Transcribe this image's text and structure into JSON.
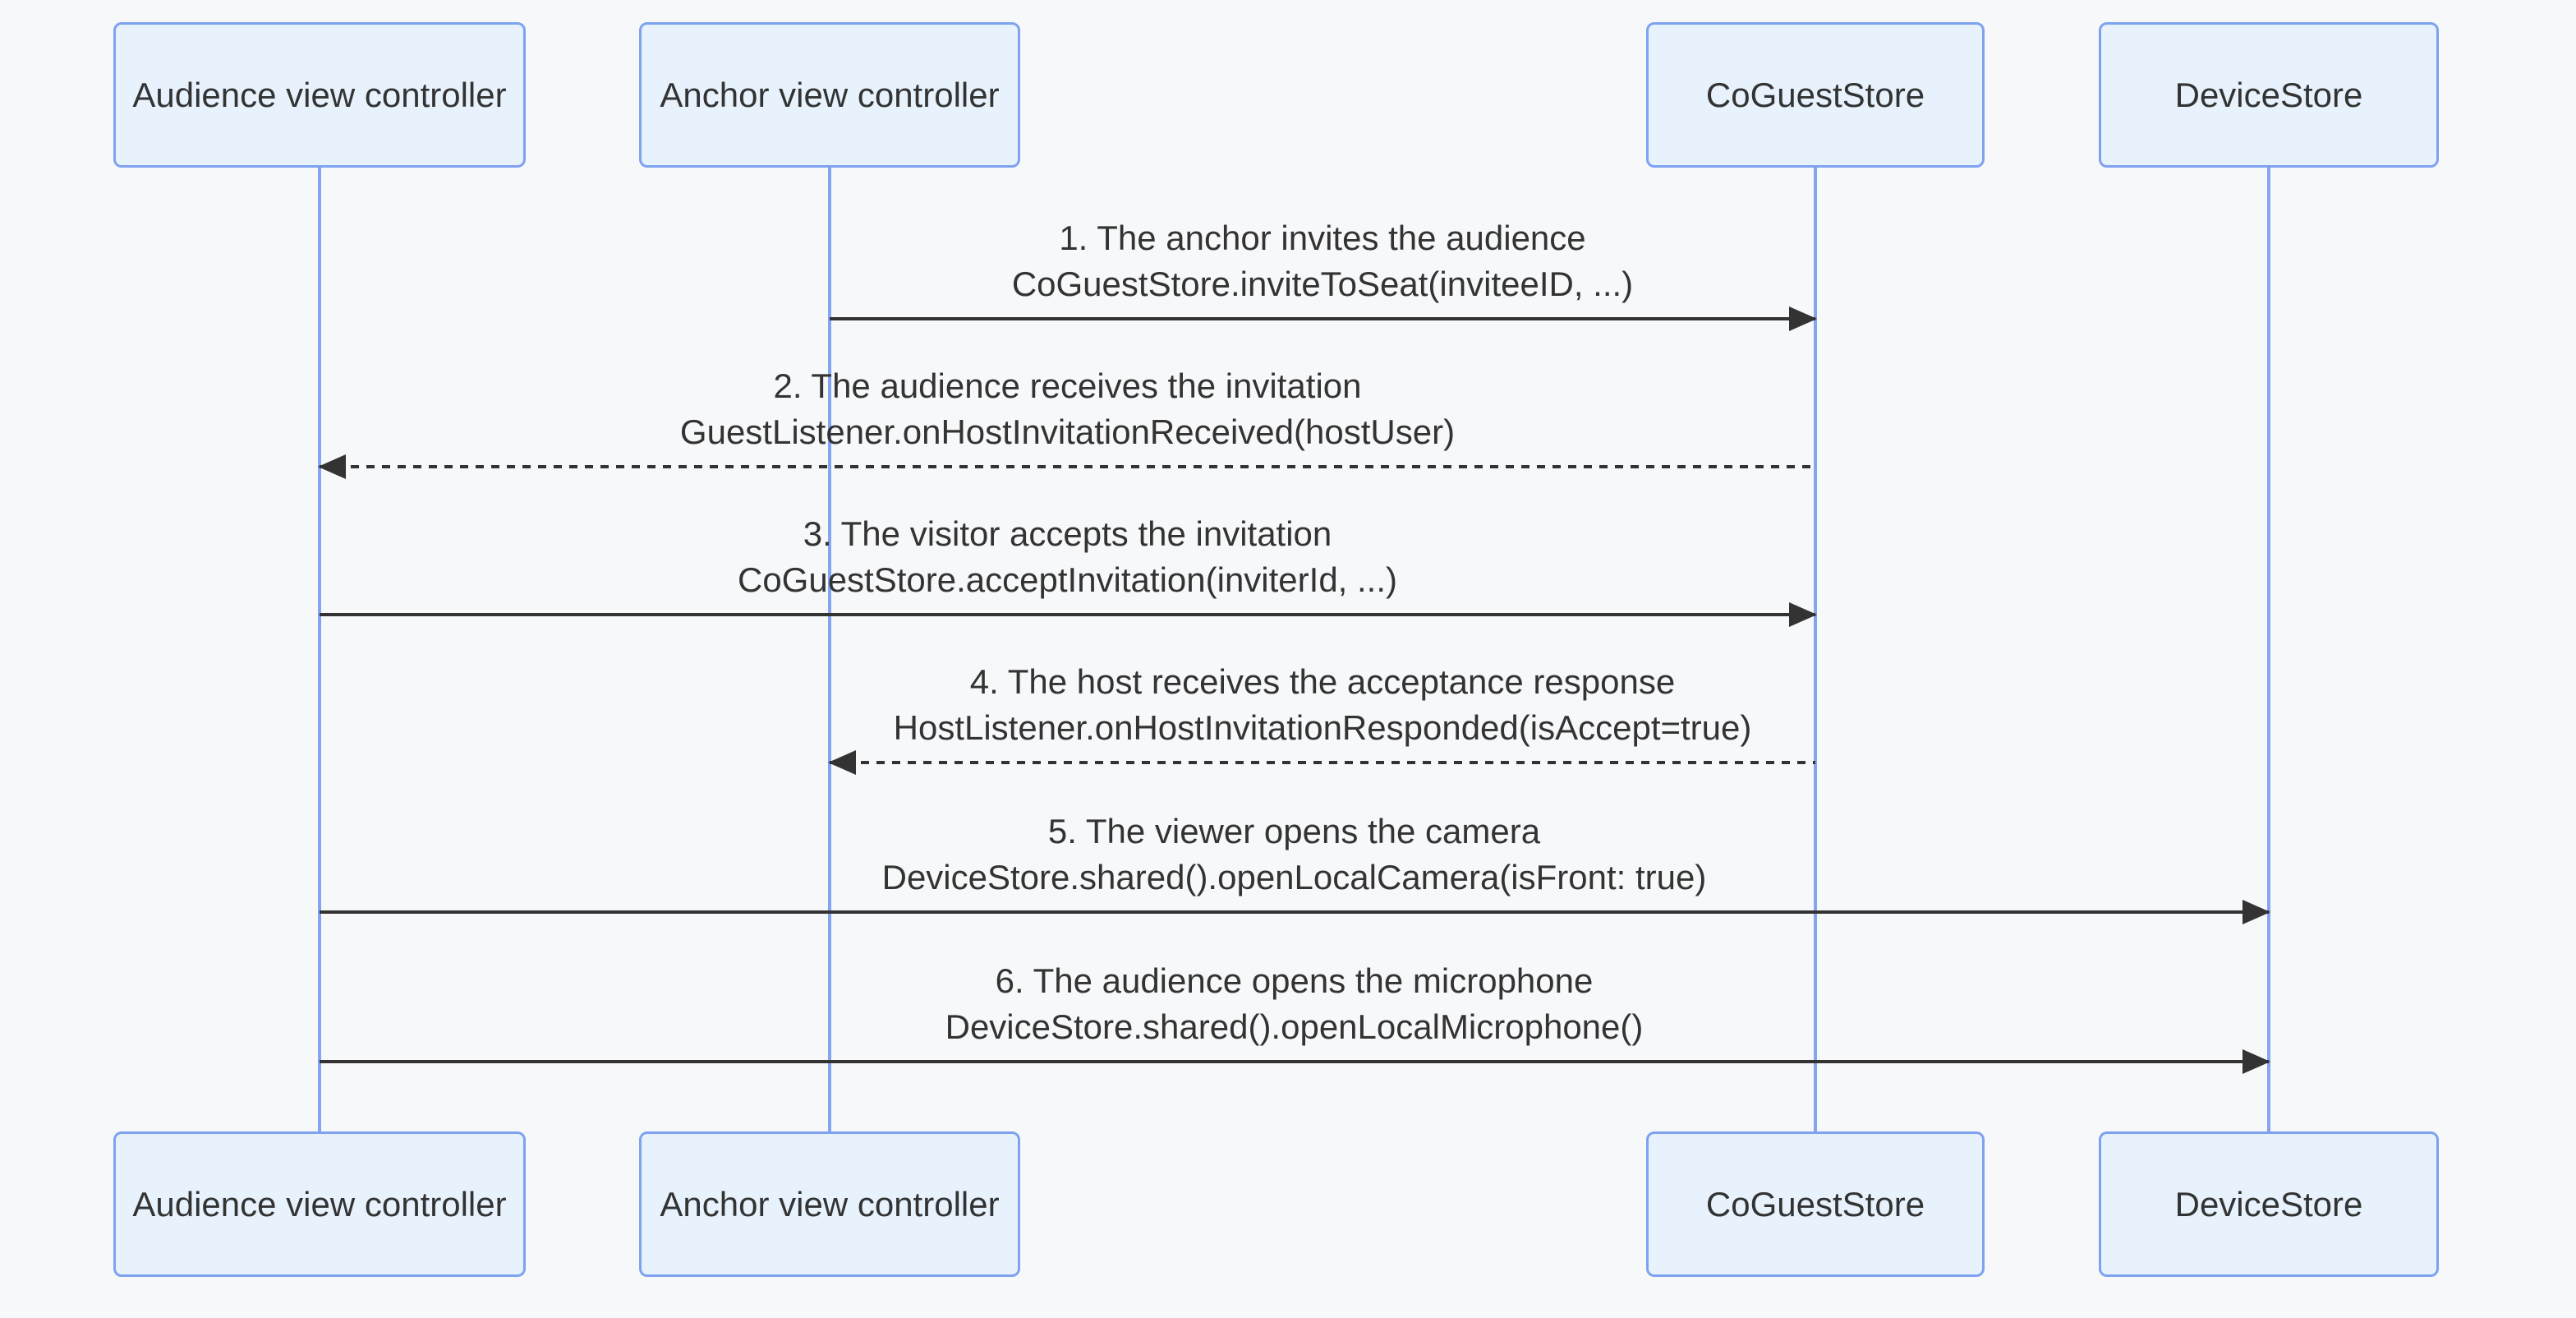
{
  "colors": {
    "background": "#f7f8fa",
    "box_fill": "#e7f2fd",
    "box_border": "#7ea2f0",
    "lifeline": "#85a5f2",
    "arrow": "#333333",
    "text": "#333333"
  },
  "participants": [
    {
      "label": "Audience view controller"
    },
    {
      "label": "Anchor view controller"
    },
    {
      "label": "CoGuestStore"
    },
    {
      "label": "DeviceStore"
    }
  ],
  "messages": [
    {
      "description": "1. The anchor invites the audience",
      "signature": "CoGuestStore.inviteToSeat(inviteeID, ...)",
      "from": "Anchor view controller",
      "to": "CoGuestStore",
      "line_style": "solid",
      "arrow_direction": "right"
    },
    {
      "description": "2. The audience receives the invitation",
      "signature": "GuestListener.onHostInvitationReceived(hostUser)",
      "from": "CoGuestStore",
      "to": "Audience view controller",
      "line_style": "dashed",
      "arrow_direction": "left"
    },
    {
      "description": "3. The visitor accepts the invitation",
      "signature": "CoGuestStore.acceptInvitation(inviterId, ...)",
      "from": "Audience view controller",
      "to": "CoGuestStore",
      "line_style": "solid",
      "arrow_direction": "right"
    },
    {
      "description": "4. The host receives the acceptance response",
      "signature": "HostListener.onHostInvitationResponded(isAccept=true)",
      "from": "CoGuestStore",
      "to": "Anchor view controller",
      "line_style": "dashed",
      "arrow_direction": "left"
    },
    {
      "description": "5. The viewer opens the camera",
      "signature": "DeviceStore.shared().openLocalCamera(isFront: true)",
      "from": "Audience view controller",
      "to": "DeviceStore",
      "line_style": "solid",
      "arrow_direction": "right"
    },
    {
      "description": "6. The audience opens the microphone",
      "signature": "DeviceStore.shared().openLocalMicrophone()",
      "from": "Audience view controller",
      "to": "DeviceStore",
      "line_style": "solid",
      "arrow_direction": "right"
    }
  ]
}
